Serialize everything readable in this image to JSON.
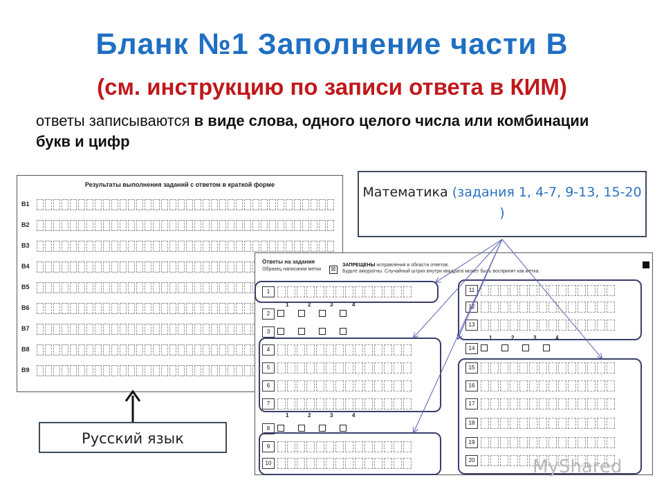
{
  "title": "Бланк №1 Заполнение части В",
  "subtitle": "(см. инструкцию по записи ответа в КИМ)",
  "description": {
    "prefix": "ответы записываются ",
    "emph": "в виде слова, одного целого числа или комбинации букв и цифр"
  },
  "russian_sheet": {
    "header": "Результаты выполнения заданий с ответом в краткой форме",
    "rows": [
      "B1",
      "B2",
      "B3",
      "B4",
      "B5",
      "B6",
      "B7",
      "B8",
      "B9"
    ]
  },
  "math_sheet": {
    "header": "Ответы на задания",
    "sample": "Образец написания метки",
    "sample_mark": "☒",
    "forbidden_bold": "ЗАПРЕЩЕНЫ",
    "forbidden_rest": " исправления в области ответов.",
    "forbidden_line2": "Будьте аккуратны. Случайный штрих внутри квадрата может быть воспринят как метка",
    "option_numbers": [
      "1",
      "2",
      "3",
      "4"
    ],
    "left_rows": [
      "1",
      "2",
      "3",
      "4",
      "5",
      "6",
      "7",
      "8",
      "9",
      "10"
    ],
    "right_rows": [
      "11",
      "12",
      "13",
      "14",
      "15",
      "16",
      "17",
      "18",
      "19",
      "20"
    ]
  },
  "callouts": {
    "math_prefix": "Математика ",
    "math_tasks": "(задания 1, 4-7, 9-13, 15-20 )",
    "russian": "Русский язык"
  },
  "watermark": "MyShared",
  "colors": {
    "title": "#1f6fc3",
    "subtitle": "#c0181b",
    "highlight": "#2a73c2",
    "frame": "#3a3e6a"
  }
}
